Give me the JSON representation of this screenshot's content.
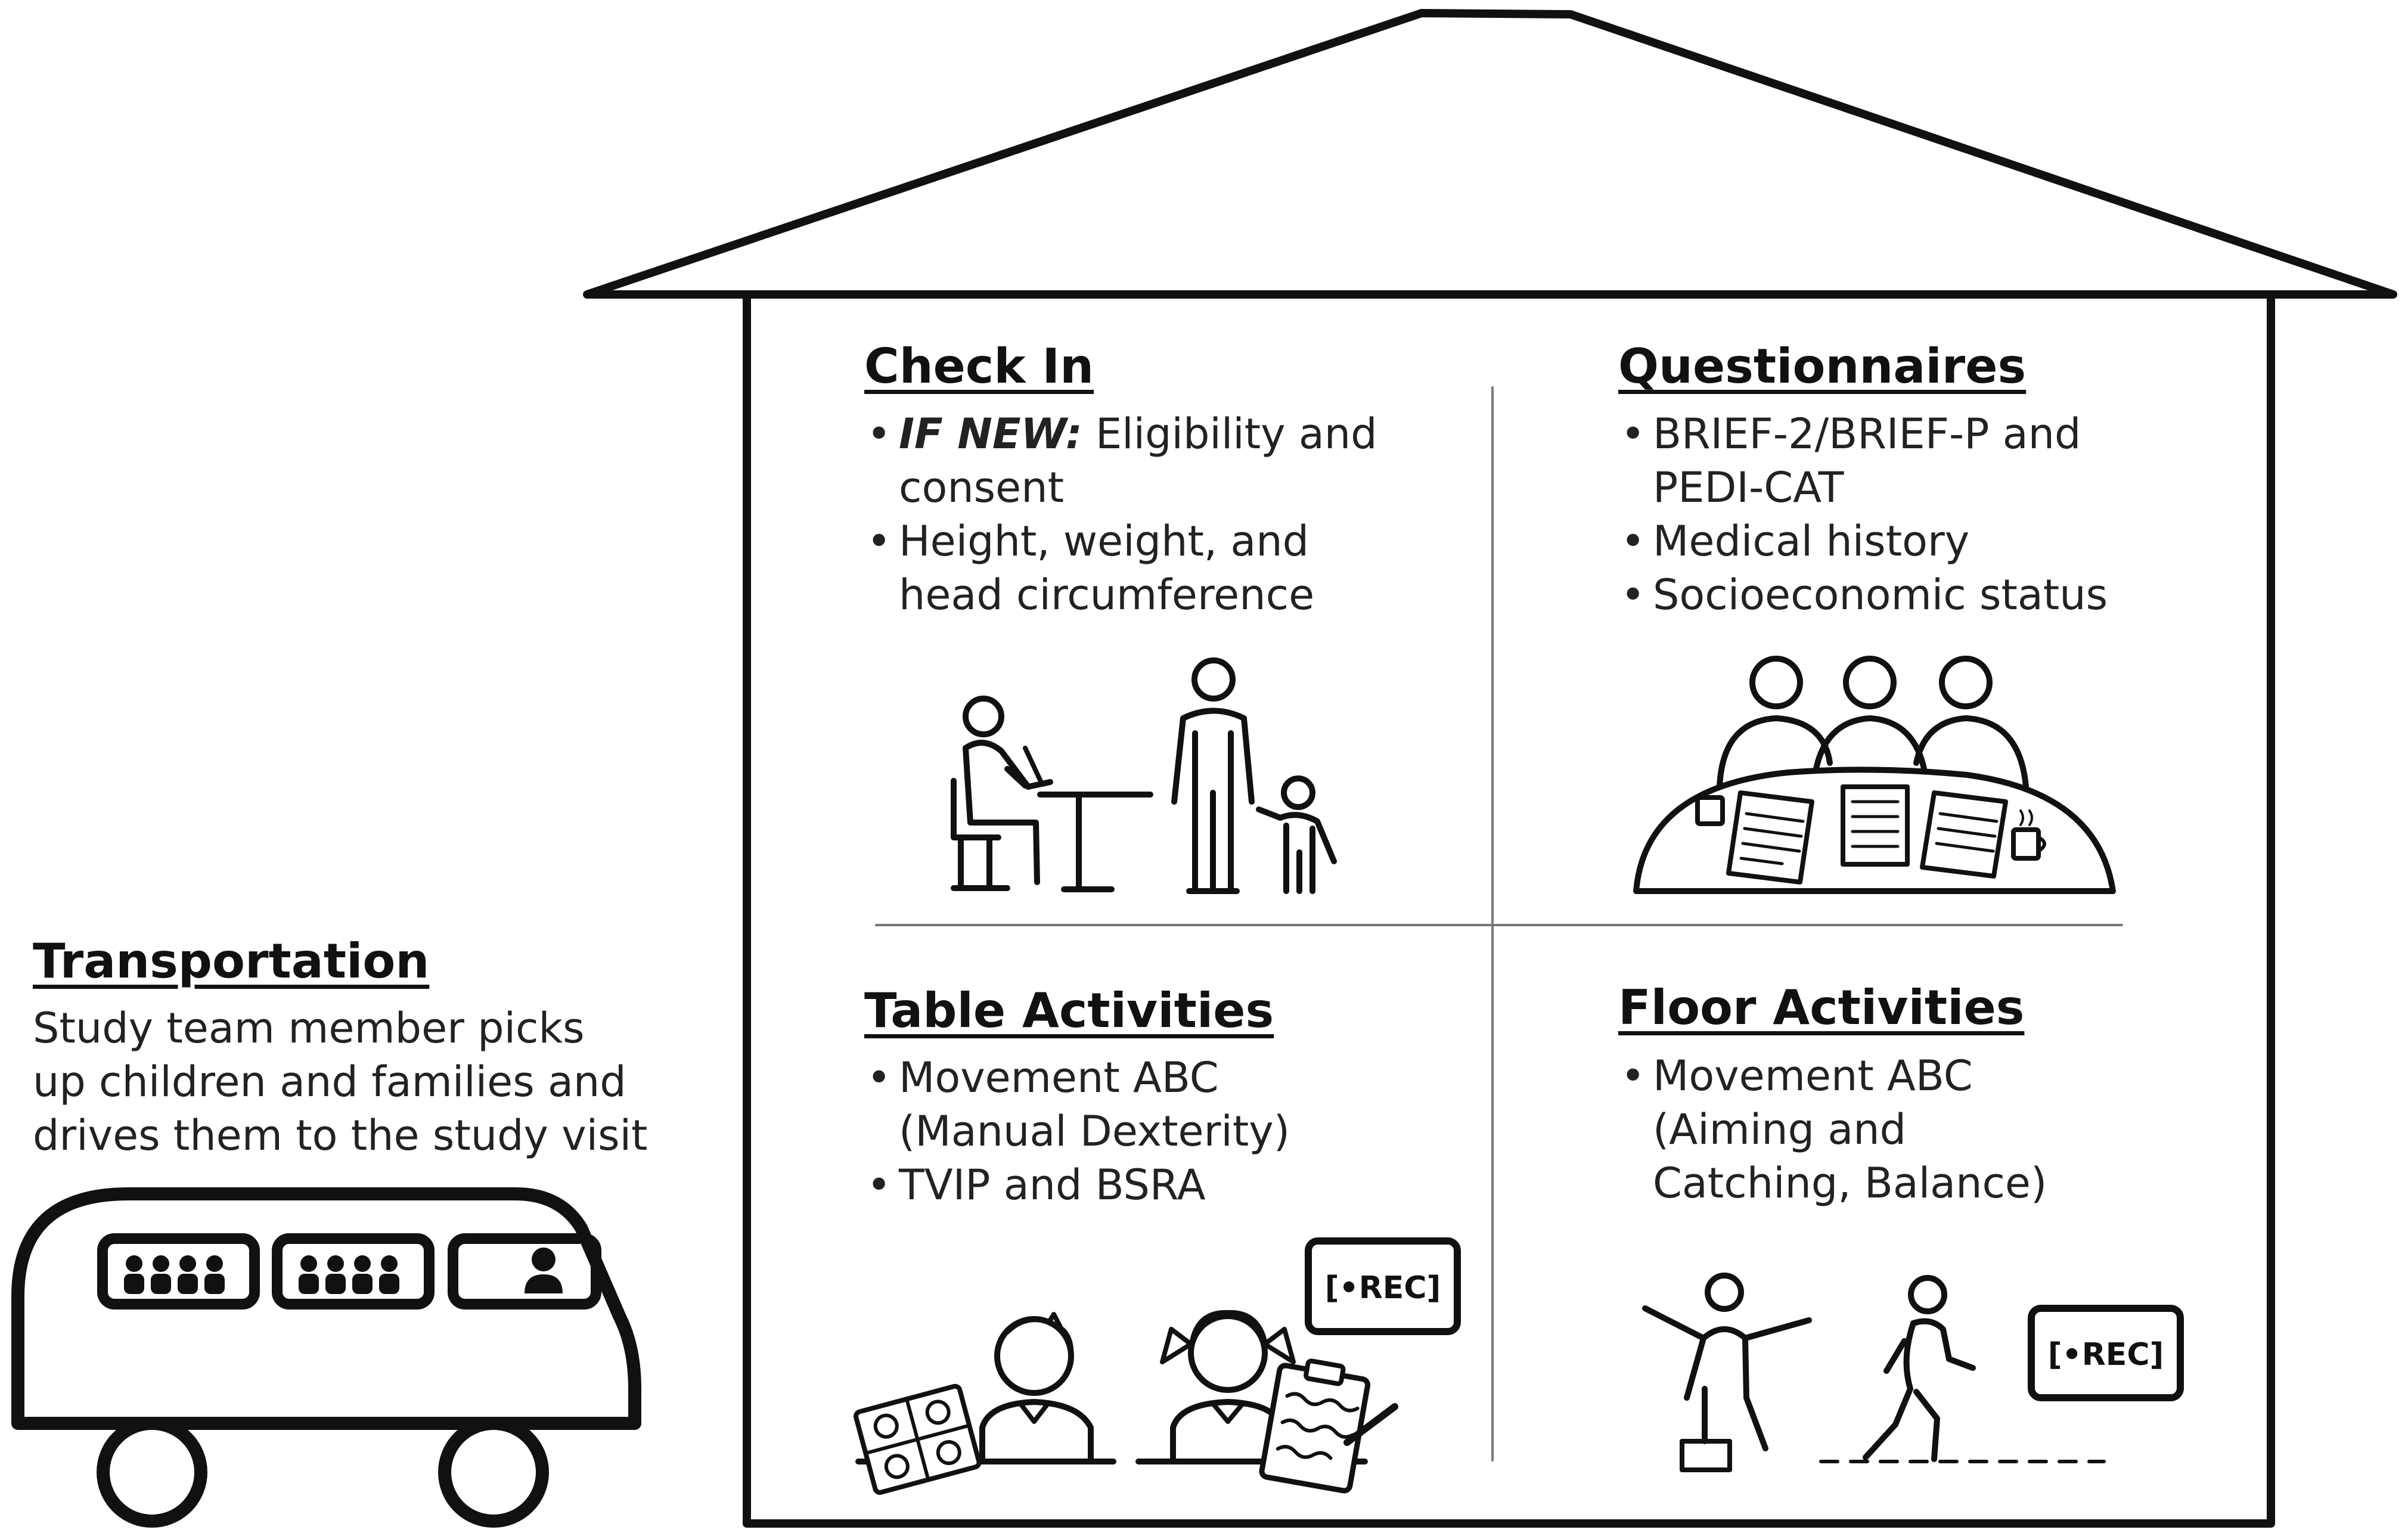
{
  "transportation": {
    "title": "Transportation",
    "lines": [
      "Study team member picks",
      "up children and families and",
      "drives them to the study visit"
    ],
    "icon": "van-icon"
  },
  "check_in": {
    "title": "Check In",
    "items": [
      {
        "lead": "IF NEW:",
        "lines": [
          "Eligibility and",
          "consent"
        ]
      },
      {
        "lead": "",
        "lines": [
          "Height, weight, and",
          "head circumference"
        ]
      }
    ],
    "icon": "check-in-desk-icon"
  },
  "questionnaires": {
    "title": "Questionnaires",
    "items": [
      {
        "lead": "",
        "lines": [
          "BRIEF-2/BRIEF-P and",
          "PEDI-CAT"
        ]
      },
      {
        "lead": "",
        "lines": [
          "Medical history"
        ]
      },
      {
        "lead": "",
        "lines": [
          "Socioeconomic status"
        ]
      }
    ],
    "icon": "meeting-table-icon"
  },
  "table_activities": {
    "title": "Table Activities",
    "items": [
      {
        "lead": "",
        "lines": [
          "Movement ABC",
          "(Manual Dexterity)"
        ]
      },
      {
        "lead": "",
        "lines": [
          "TVIP and BSRA"
        ]
      }
    ],
    "icon": "children-at-table-icon",
    "rec_label": "[•REC]"
  },
  "floor_activities": {
    "title": "Floor Activities",
    "items": [
      {
        "lead": "",
        "lines": [
          "Movement ABC",
          "(Aiming and",
          "Catching, Balance)"
        ]
      }
    ],
    "icon": "children-balance-walk-icon",
    "rec_label": "[•REC]"
  }
}
